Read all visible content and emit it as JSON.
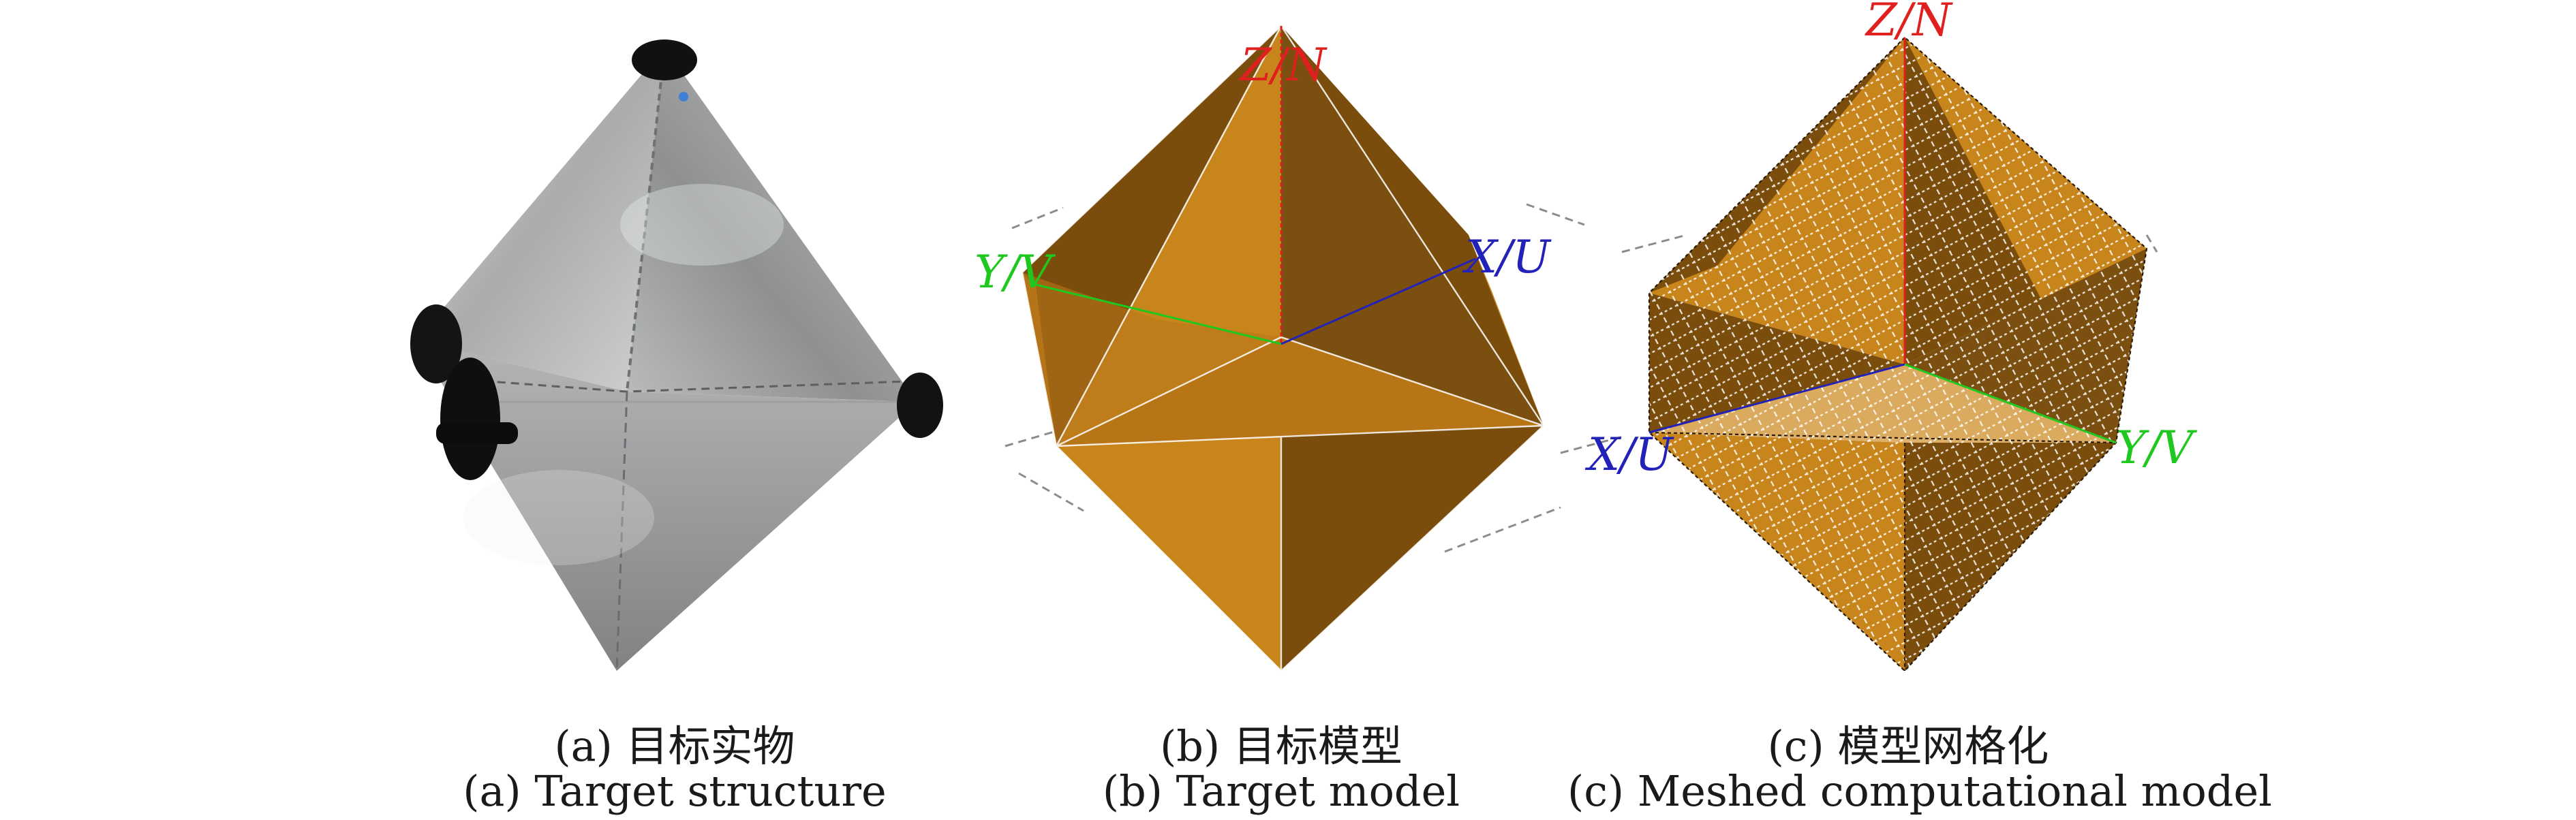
{
  "panels": [
    {
      "id": "a",
      "caption_cn": "(a) 目标实物",
      "caption_en": "(a) Target structure"
    },
    {
      "id": "b",
      "caption_cn": "(b) 目标模型",
      "caption_en": "(b) Target model",
      "axis_z": "Z/N",
      "axis_y": "Y/V",
      "axis_x": "X/U"
    },
    {
      "id": "c",
      "caption_cn": "(c) 模型网格化",
      "caption_en": "(c) Meshed computational model",
      "axis_z": "Z/N",
      "axis_x": "X/U",
      "axis_y": "Y/V"
    }
  ],
  "colors": {
    "face_light": "#c7851c",
    "face_mid": "#b47214",
    "face_dark": "#7a4d0c",
    "metal_light": "#d3d5d8",
    "metal_dark": "#8a8c8f",
    "axis_z": "#e01f1f",
    "axis_y": "#1fc81f",
    "axis_x": "#2222b8",
    "mesh": "#ffffff"
  }
}
